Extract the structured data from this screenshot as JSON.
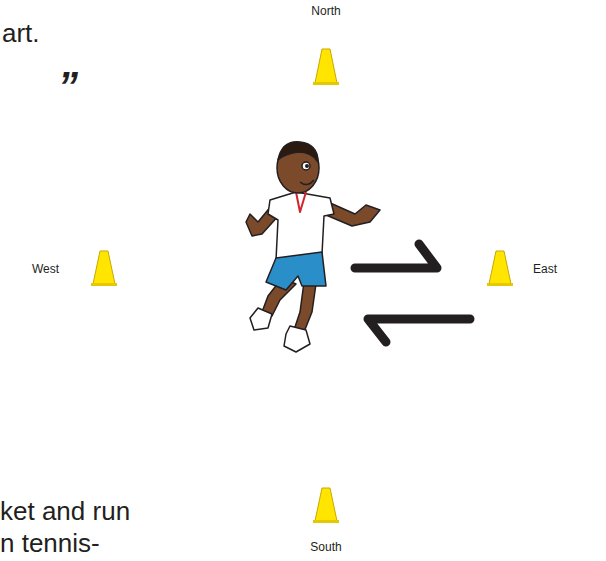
{
  "diagram": {
    "labels": [
      "art.",
      "North",
      "”",
      "West",
      "East",
      "ket and run",
      "South",
      "n tennis-"
    ]
  }
}
